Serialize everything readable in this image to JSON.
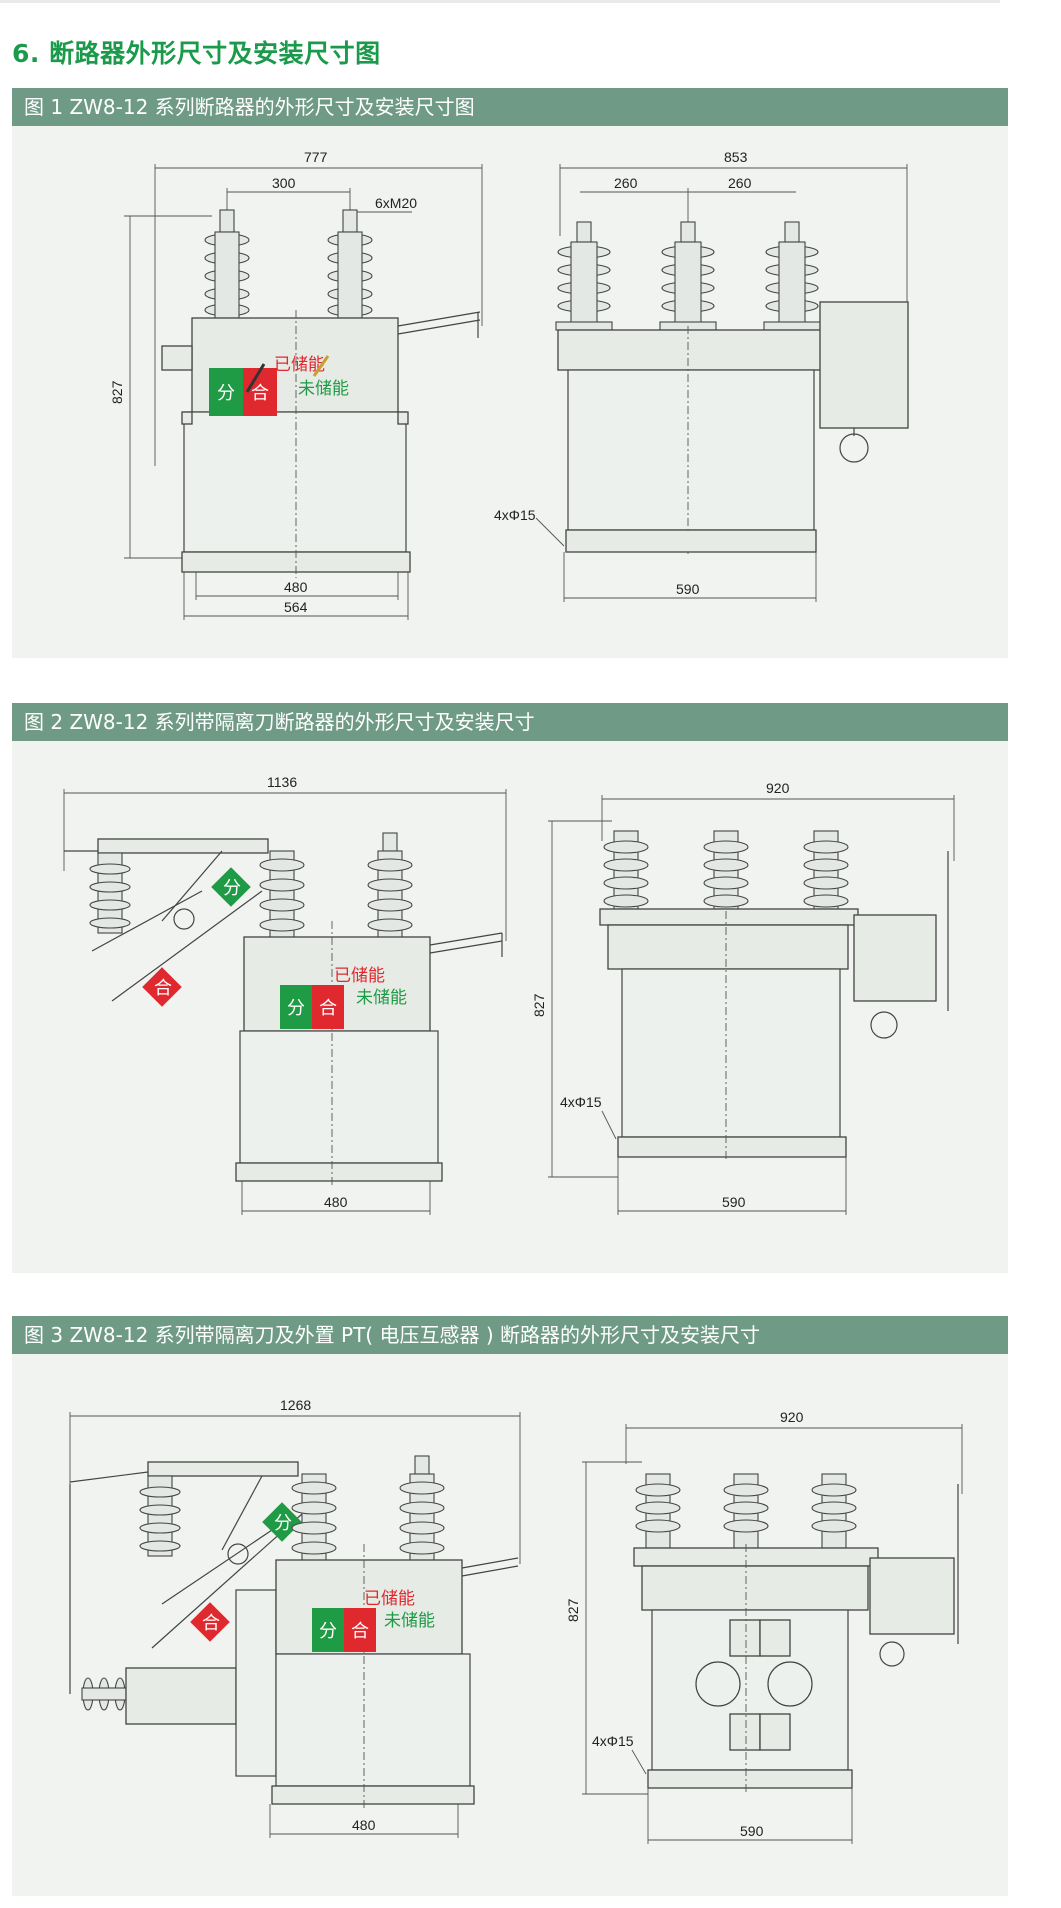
{
  "section_title": "6. 断路器外形尺寸及安装尺寸图",
  "figures": [
    {
      "caption": "图 1  ZW8-12 系列断路器的外形尺寸及安装尺寸图",
      "dims": {
        "w_total": "777",
        "pole_spacing": "300",
        "bolt": "6xM20",
        "height": "827",
        "base_inner": "480",
        "base_outer": "564",
        "side_total": "853",
        "side_sp1": "260",
        "side_sp2": "260",
        "holes": "4xΦ15",
        "side_base": "590"
      },
      "labels": {
        "stored": "已储能",
        "not_stored": "未储能",
        "open": "分",
        "close": "合"
      }
    },
    {
      "caption": "图 2   ZW8-12 系列带隔离刀断路器的外形尺寸及安装尺寸",
      "dims": {
        "w_total": "1136",
        "side_total": "920",
        "height": "827",
        "holes": "4xΦ15",
        "base_inner": "480",
        "side_base": "590"
      },
      "labels": {
        "stored": "已储能",
        "not_stored": "未储能",
        "open": "分",
        "close": "合",
        "flag_open": "分",
        "flag_close": "合"
      }
    },
    {
      "caption": "图 3   ZW8-12 系列带隔离刀及外置 PT( 电压互感器 ) 断路器的外形尺寸及安装尺寸",
      "dims": {
        "w_total": "1268",
        "side_total": "920",
        "height": "827",
        "holes": "4xΦ15",
        "base_inner": "480",
        "side_base": "590"
      },
      "labels": {
        "stored": "已储能",
        "not_stored": "未储能",
        "open": "分",
        "close": "合",
        "flag_open": "分",
        "flag_close": "合"
      }
    }
  ],
  "colors": {
    "accent_green": "#1a9a4a",
    "header_bg": "#6f9a86",
    "panel_bg": "#f1f3f0",
    "btn_green": "#1f9a45",
    "btn_red": "#e0292f"
  }
}
